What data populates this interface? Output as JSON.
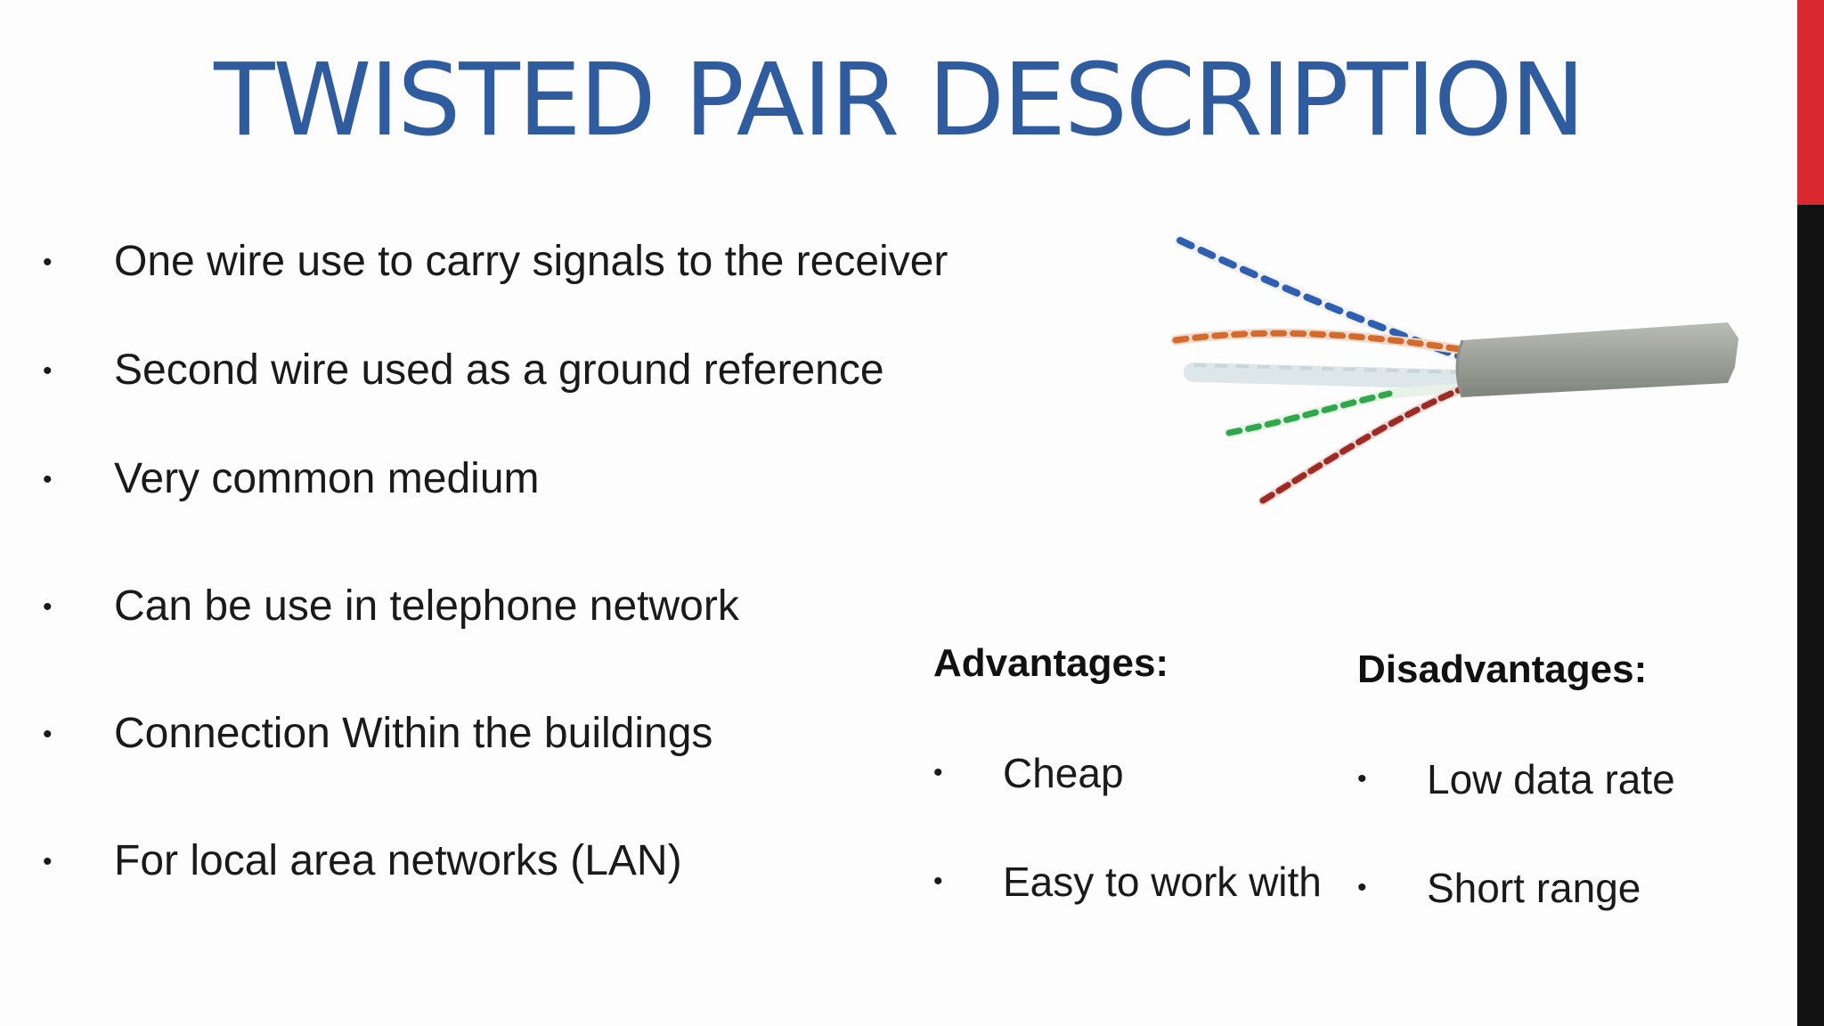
{
  "slide": {
    "title": "TWISTED PAIR DESCRIPTION",
    "bullets": [
      "One wire use to carry signals to the receiver",
      "Second wire used as a ground reference",
      "Very common medium",
      "Can be use in telephone network",
      "Connection Within the buildings",
      "For local area networks (LAN)"
    ],
    "bullet_glyph": "•",
    "advantages": {
      "heading": "Advantages:",
      "items": [
        "Cheap",
        "Easy to work with"
      ]
    },
    "disadvantages": {
      "heading": "Disadvantages:",
      "items": [
        "Low data rate",
        "Short range"
      ]
    },
    "image": {
      "subject": "twisted-pair-cable"
    }
  },
  "colors": {
    "title": "#2e5c9e",
    "accent_red": "#d9282f",
    "accent_black": "#111111"
  }
}
